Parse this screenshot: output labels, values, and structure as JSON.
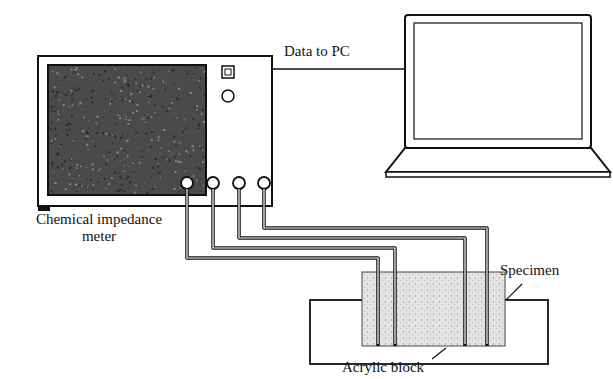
{
  "diagram": {
    "labels": [
      "Data to PC",
      "Chemical impedance meter",
      "Specimen",
      "Acrylic block"
    ]
  }
}
